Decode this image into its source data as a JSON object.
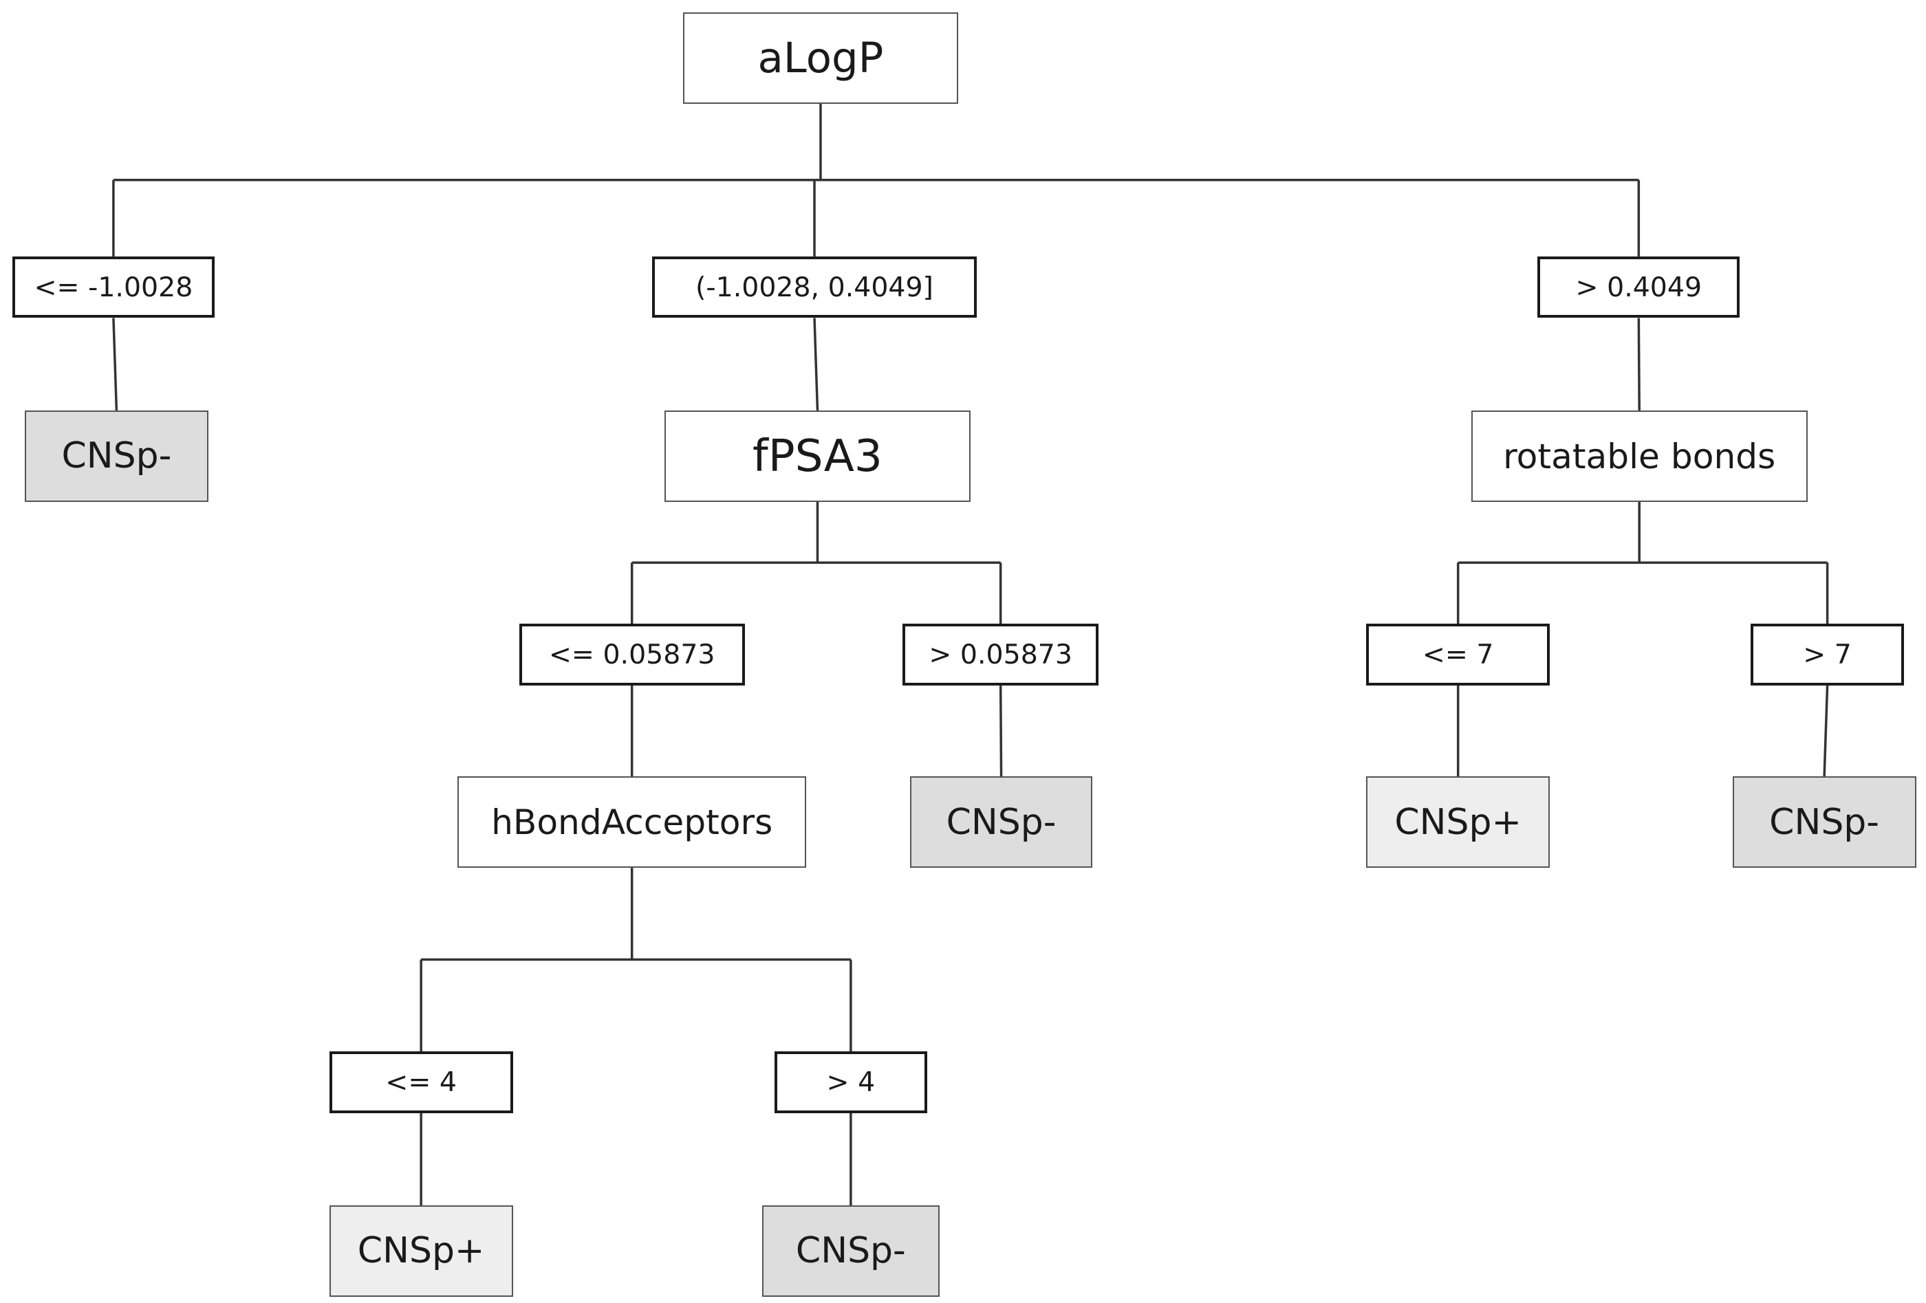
{
  "nodes": {
    "root": {
      "label": "aLogP",
      "kind": "attr"
    },
    "c1": {
      "label": "<= -1.0028",
      "kind": "cond"
    },
    "c2": {
      "label": "(-1.0028, 0.4049]",
      "kind": "cond"
    },
    "c3": {
      "label": "> 0.4049",
      "kind": "cond"
    },
    "l1": {
      "label": "CNSp-",
      "kind": "leaf",
      "class": "negative"
    },
    "fpsa": {
      "label": "fPSA3",
      "kind": "attr"
    },
    "rot": {
      "label": "rotatable bonds",
      "kind": "attr"
    },
    "c4": {
      "label": "<= 0.05873",
      "kind": "cond"
    },
    "c5": {
      "label": "> 0.05873",
      "kind": "cond"
    },
    "c6": {
      "label": "<= 7",
      "kind": "cond"
    },
    "c7": {
      "label": "> 7",
      "kind": "cond"
    },
    "hba": {
      "label": "hBondAcceptors",
      "kind": "attr"
    },
    "l2": {
      "label": "CNSp-",
      "kind": "leaf",
      "class": "negative"
    },
    "l3": {
      "label": "CNSp+",
      "kind": "leaf",
      "class": "positive"
    },
    "l4": {
      "label": "CNSp-",
      "kind": "leaf",
      "class": "negative"
    },
    "c8": {
      "label": "<= 4",
      "kind": "cond"
    },
    "c9": {
      "label": ">  4",
      "kind": "cond"
    },
    "l5": {
      "label": "CNSp+",
      "kind": "leaf",
      "class": "positive"
    },
    "l6": {
      "label": "CNSp-",
      "kind": "leaf",
      "class": "negative"
    }
  },
  "edges": [
    [
      "root",
      "c1"
    ],
    [
      "root",
      "c2"
    ],
    [
      "root",
      "c3"
    ],
    [
      "c1",
      "l1"
    ],
    [
      "c2",
      "fpsa"
    ],
    [
      "c3",
      "rot"
    ],
    [
      "fpsa",
      "c4"
    ],
    [
      "fpsa",
      "c5"
    ],
    [
      "rot",
      "c6"
    ],
    [
      "rot",
      "c7"
    ],
    [
      "c4",
      "hba"
    ],
    [
      "c5",
      "l2"
    ],
    [
      "c6",
      "l3"
    ],
    [
      "c7",
      "l4"
    ],
    [
      "hba",
      "c8"
    ],
    [
      "hba",
      "c9"
    ],
    [
      "c8",
      "l5"
    ],
    [
      "c9",
      "l6"
    ]
  ],
  "colors": {
    "line": "#333333",
    "leaf_negative": "#dddddd",
    "leaf_positive": "#eeeeee"
  }
}
